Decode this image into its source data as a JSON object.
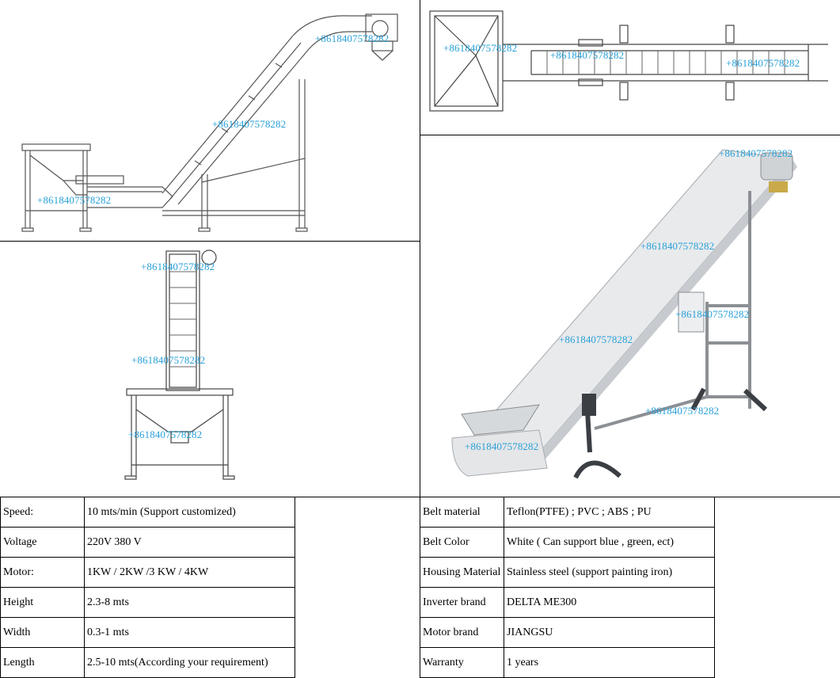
{
  "watermark": "+8618407578282",
  "left_spec_rows": [
    {
      "label": "Speed:",
      "value": "10 mts/min (Support customized)"
    },
    {
      "label": "Voltage",
      "value": "220V 380 V"
    },
    {
      "label": "Motor:",
      "value": "1KW / 2KW /3 KW / 4KW"
    },
    {
      "label": "Height",
      "value": "2.3-8 mts"
    },
    {
      "label": "Width",
      "value": "0.3-1 mts"
    },
    {
      "label": "Length",
      "value": "2.5-10 mts(According your requirement)"
    }
  ],
  "right_spec_rows": [
    {
      "label": "Belt material",
      "value": "Teflon(PTFE) ; PVC ; ABS ; PU"
    },
    {
      "label": "Belt Color",
      "value": "White ( Can support blue , green, ect)"
    },
    {
      "label": "Housing Material",
      "value": "Stainless steel (support painting iron)"
    },
    {
      "label": "Inverter brand",
      "value": "DELTA ME300"
    },
    {
      "label": "Motor brand",
      "value": "JIANGSU"
    },
    {
      "label": "Warranty",
      "value": "1 years"
    }
  ]
}
